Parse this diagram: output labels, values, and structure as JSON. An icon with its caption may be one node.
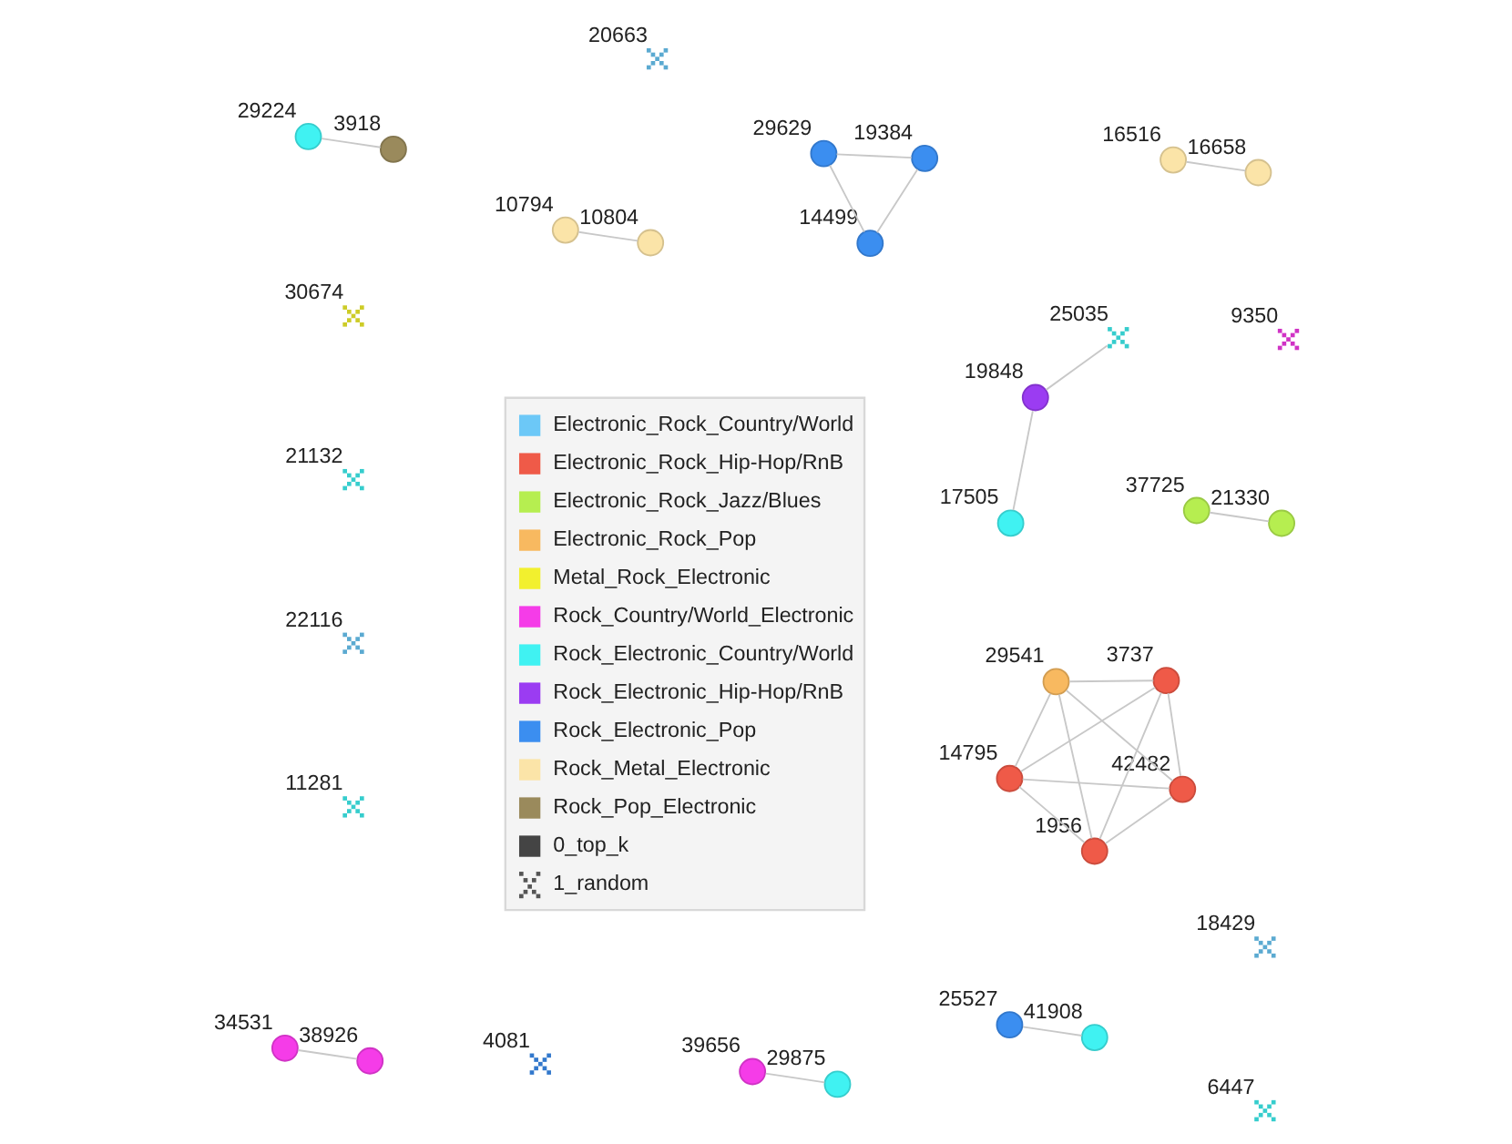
{
  "diagram": {
    "nodes": [
      {
        "text": [],
        "shape": "circle",
        "beside": [
          "10794"
        ]
      },
      {
        "text": [],
        "shape": "cross",
        "beside": [
          "30674"
        ]
      },
      {
        "text": [],
        "shape": "circle",
        "beside": [
          "16516"
        ]
      },
      {
        "text": [],
        "shape": "circle",
        "beside": [
          "10804"
        ]
      },
      {
        "text": [],
        "shape": "circle",
        "beside": [
          "16658"
        ]
      },
      {
        "text": [],
        "shape": "circle",
        "beside": [
          "25527"
        ]
      },
      {
        "text": [],
        "shape": "circle",
        "beside": [
          "41908"
        ]
      },
      {
        "text": [],
        "shape": "circle",
        "beside": [
          "37725"
        ]
      },
      {
        "text": [],
        "shape": "circle",
        "beside": [
          "21330"
        ]
      },
      {
        "text": [],
        "shape": "cross",
        "beside": [
          "21132"
        ]
      },
      {
        "text": [],
        "shape": "circle",
        "beside": [
          "29224"
        ]
      },
      {
        "text": [],
        "shape": "circle",
        "beside": [
          "3918"
        ]
      },
      {
        "text": [],
        "shape": "circle",
        "beside": [
          "34531"
        ]
      },
      {
        "text": [],
        "shape": "circle",
        "beside": [
          "14795"
        ]
      },
      {
        "text": [],
        "shape": "circle",
        "beside": [
          "42482"
        ]
      },
      {
        "text": [],
        "shape": "cross",
        "beside": [
          "22116"
        ]
      },
      {
        "text": [],
        "shape": "cross",
        "beside": [
          "11281"
        ]
      },
      {
        "text": [],
        "shape": "circle",
        "beside": [
          "38926"
        ]
      },
      {
        "text": [],
        "shape": "circle",
        "beside": [
          "1956"
        ]
      },
      {
        "text": [],
        "shape": "circle",
        "beside": [
          "29541"
        ]
      },
      {
        "text": [],
        "shape": "cross",
        "beside": [
          "4081"
        ]
      },
      {
        "text": [],
        "shape": "circle",
        "beside": [
          "39656"
        ]
      },
      {
        "text": [],
        "shape": "circle",
        "beside": [
          "29875"
        ]
      },
      {
        "text": [],
        "shape": "circle",
        "beside": [
          "3737"
        ]
      },
      {
        "text": [],
        "shape": "cross",
        "beside": [
          "6447"
        ]
      },
      {
        "text": [],
        "shape": "cross",
        "beside": [
          "18429"
        ]
      },
      {
        "text": [],
        "shape": "circle",
        "beside": [
          "19848"
        ]
      },
      {
        "text": [],
        "shape": "cross",
        "beside": [
          "9350"
        ]
      },
      {
        "text": [],
        "shape": "cross",
        "beside": [
          "25035"
        ]
      },
      {
        "text": [],
        "shape": "cross",
        "beside": [
          "20663"
        ]
      },
      {
        "text": [],
        "shape": "circle",
        "beside": [
          "17505"
        ]
      },
      {
        "text": [],
        "shape": "circle",
        "beside": [
          "29629"
        ]
      },
      {
        "text": [],
        "shape": "circle",
        "beside": [
          "19384"
        ]
      },
      {
        "text": [],
        "shape": "circle",
        "beside": [
          "14499"
        ]
      }
    ],
    "edges": [
      {
        "from": 0,
        "to": 3,
        "arrow": "none"
      },
      {
        "from": 2,
        "to": 4,
        "arrow": "none"
      },
      {
        "from": 5,
        "to": 6,
        "arrow": "none"
      },
      {
        "from": 7,
        "to": 8,
        "arrow": "none"
      },
      {
        "from": 10,
        "to": 11,
        "arrow": "none"
      },
      {
        "from": 12,
        "to": 17,
        "arrow": "none"
      },
      {
        "from": 13,
        "to": 14,
        "arrow": "none"
      },
      {
        "from": 13,
        "to": 18,
        "arrow": "none"
      },
      {
        "from": 13,
        "to": 19,
        "arrow": "none"
      },
      {
        "from": 13,
        "to": 23,
        "arrow": "none"
      },
      {
        "from": 14,
        "to": 18,
        "arrow": "none"
      },
      {
        "from": 14,
        "to": 19,
        "arrow": "none"
      },
      {
        "from": 14,
        "to": 23,
        "arrow": "none"
      },
      {
        "from": 18,
        "to": 19,
        "arrow": "none"
      },
      {
        "from": 18,
        "to": 23,
        "arrow": "none"
      },
      {
        "from": 19,
        "to": 23,
        "arrow": "none"
      },
      {
        "from": 21,
        "to": 22,
        "arrow": "none"
      },
      {
        "from": 26,
        "to": 28,
        "arrow": "none"
      },
      {
        "from": 26,
        "to": 30,
        "arrow": "none"
      },
      {
        "from": 32,
        "to": 31,
        "arrow": "none"
      },
      {
        "from": 31,
        "to": 33,
        "arrow": "none"
      },
      {
        "from": 32,
        "to": 33,
        "arrow": "none"
      }
    ],
    "legend": [
      {
        "text": "Electronic_Rock_Country/World",
        "color": "#6cc8f7"
      },
      {
        "text": "Electronic_Rock_Hip-Hop/RnB",
        "color": "#ef5a48"
      },
      {
        "text": "Electronic_Rock_Jazz/Blues",
        "color": "#b6ee50"
      },
      {
        "text": "Electronic_Rock_Pop",
        "color": "#f8b960"
      },
      {
        "text": "Metal_Rock_Electronic",
        "color": "#f2f02e"
      },
      {
        "text": "Rock_Country/World_Electronic",
        "color": "#f53ce8"
      },
      {
        "text": "Rock_Electronic_Country/World",
        "color": "#40f2f2"
      },
      {
        "text": "Rock_Electronic_Hip-Hop/RnB",
        "color": "#9b3cf2"
      },
      {
        "text": "Rock_Electronic_Pop",
        "color": "#3b8ef0"
      },
      {
        "text": "Rock_Metal_Electronic",
        "color": "#fbe4a8"
      },
      {
        "text": "Rock_Pop_Electronic",
        "color": "#9a8a5c"
      },
      {
        "text": "0_top_k",
        "color": "#444444"
      },
      {
        "text": "1_random"
      }
    ]
  }
}
